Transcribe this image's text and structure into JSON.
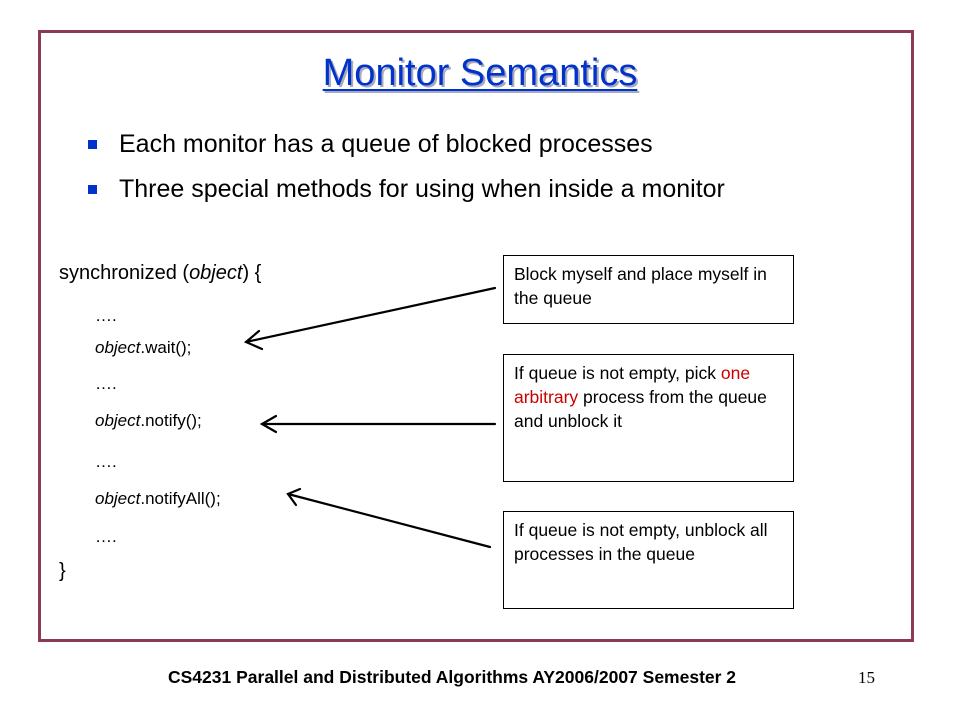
{
  "slide": {
    "title": "Monitor Semantics",
    "bullets": [
      "Each monitor has a queue of blocked processes",
      "Three special methods for using when inside a monitor"
    ]
  },
  "code": {
    "line1_keyword": "synchronized",
    "line1_open": " (",
    "line1_object": "object",
    "line1_close": ") {",
    "ellipsis": "….",
    "wait_object": "object",
    "wait_call": ".wait();",
    "notify_object": "object",
    "notify_call": ".notify();",
    "notifyall_object": "object",
    "notifyall_call": ".notifyAll();",
    "closing_brace": "}"
  },
  "callouts": {
    "wait": "Block myself and place myself in the queue",
    "notify_before": "If queue is not empty, pick ",
    "notify_highlight": "one arbitrary",
    "notify_after": " process from the queue and unblock it",
    "notifyall": "If queue is not empty, unblock all processes in the queue"
  },
  "footer": {
    "course": "CS4231 Parallel and Distributed Algorithms AY2006/2007 Semester 2",
    "page_number": "15"
  },
  "colors": {
    "frame": "#8a3a55",
    "title": "#0033cc",
    "highlight": "#cc0000"
  }
}
